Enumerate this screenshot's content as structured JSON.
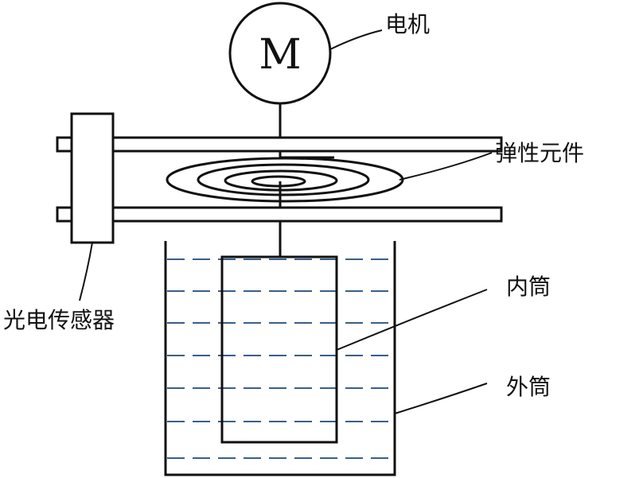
{
  "diagram": {
    "motor_symbol": "M",
    "labels": {
      "motor": "电机",
      "elastic_element": "弹性元件",
      "photo_sensor": "光电传感器",
      "inner_cylinder": "内筒",
      "outer_cylinder": "外筒"
    }
  }
}
